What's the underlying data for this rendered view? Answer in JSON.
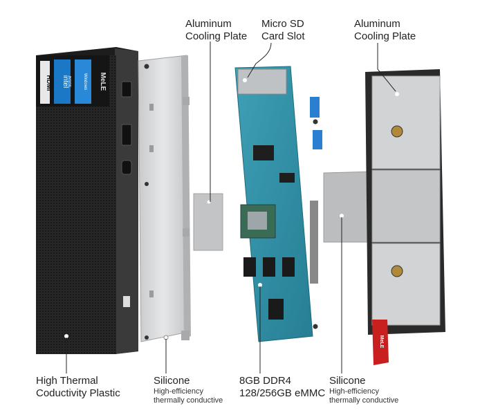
{
  "callouts": {
    "cooling_plate_left": {
      "line1": "Aluminum",
      "line2": "Cooling Plate"
    },
    "sd_slot": {
      "line1": "Micro SD",
      "line2": "Card Slot"
    },
    "cooling_plate_right": {
      "line1": "Aluminum",
      "line2": "Cooling Plate"
    },
    "plastic": {
      "line1": "High Thermal",
      "line2": "Coductivity Plastic"
    },
    "silicone_left": {
      "title": "Silicone",
      "sub1": "High-efficiency",
      "sub2": "thermally conductive"
    },
    "memory": {
      "line1": "8GB DDR4",
      "line2": "128/256GB eMMC"
    },
    "silicone_right": {
      "title": "Silicone",
      "sub1": "High-efficiency",
      "sub2": "thermally conductive"
    }
  },
  "case_branding": {
    "hdmi": "HDMI",
    "intel": "intel",
    "intel_sub": "INSIDE",
    "windows": "Windows",
    "brand": "MeLE"
  },
  "colors": {
    "case_dark": "#2a2a2a",
    "plate_silver": "#d7d8da",
    "pcb_blue": "#2f8fa6",
    "silicone_grey": "#b9babc",
    "strap_red": "#c8201f",
    "intel_blue": "#1a78c6"
  }
}
